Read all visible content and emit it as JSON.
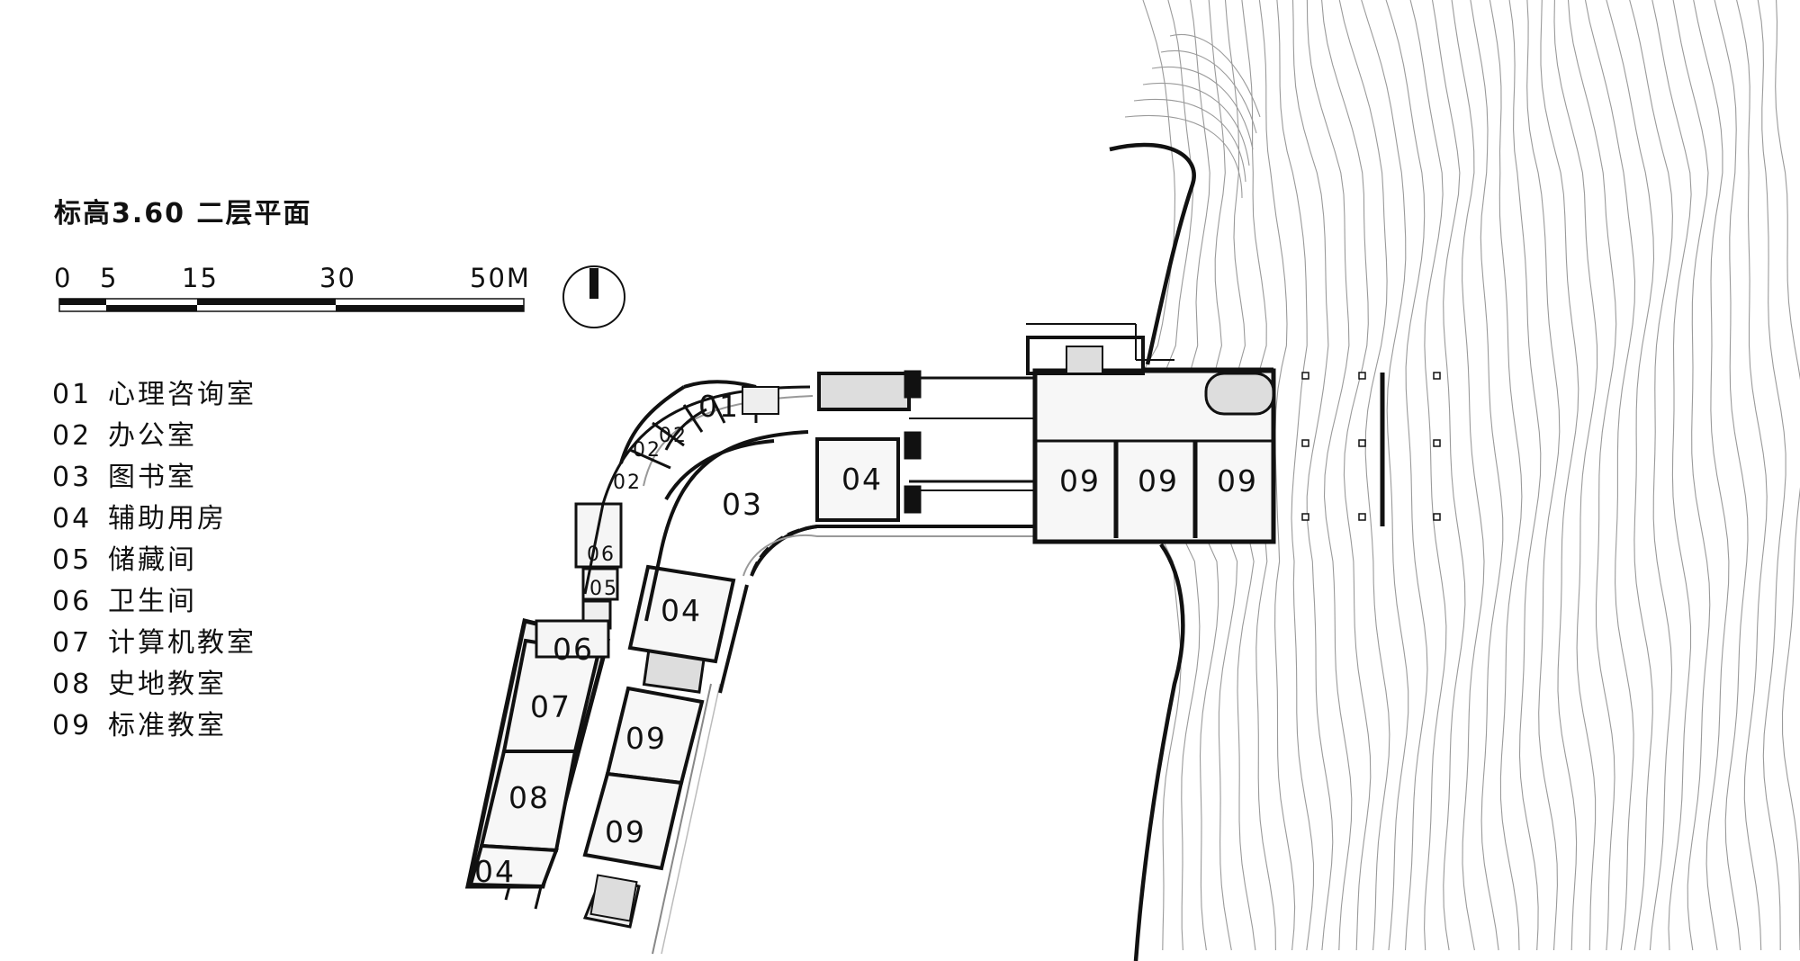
{
  "title": "标高3.60 二层平面",
  "scale_bar": {
    "labels": [
      "0",
      "5",
      "15",
      "30",
      "50M"
    ]
  },
  "legend": [
    {
      "code": "01",
      "name": "心理咨询室"
    },
    {
      "code": "02",
      "name": "办公室"
    },
    {
      "code": "03",
      "name": "图书室"
    },
    {
      "code": "04",
      "name": "辅助用房"
    },
    {
      "code": "05",
      "name": "储藏间"
    },
    {
      "code": "06",
      "name": "卫生间"
    },
    {
      "code": "07",
      "name": "计算机教室"
    },
    {
      "code": "08",
      "name": "史地教室"
    },
    {
      "code": "09",
      "name": "标准教室"
    }
  ],
  "room_labels": [
    "01",
    "02",
    "02",
    "02",
    "03",
    "04",
    "04",
    "04",
    "05",
    "06",
    "06",
    "07",
    "08",
    "09",
    "09",
    "09",
    "09",
    "09"
  ]
}
